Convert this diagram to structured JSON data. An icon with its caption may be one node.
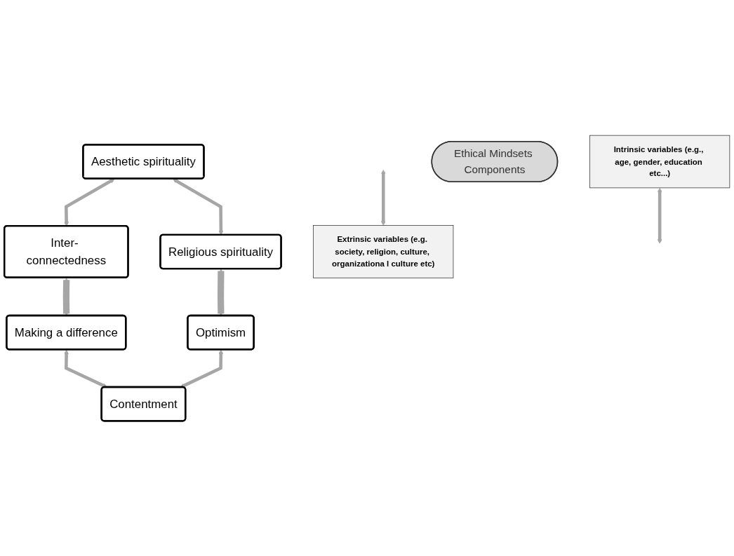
{
  "diagram": {
    "nodes": [
      {
        "text": [
          "Aesthetic spirituality"
        ]
      },
      {
        "text": [
          "Inter- connectedness"
        ]
      },
      {
        "text": [
          "Religious spirituality"
        ]
      },
      {
        "text": [
          "Intrinsic variables (e.g., age, gender, education etc...)"
        ]
      },
      {
        "text": [
          "Ethical Mindsets Components"
        ]
      },
      {
        "text": [
          "Extrinsic variables (e.g. society, religion, culture, organizationa l culture etc)"
        ]
      },
      {
        "text": [
          "Making a difference"
        ]
      },
      {
        "text": [
          "Optimism"
        ]
      },
      {
        "text": [
          "Contentment"
        ]
      }
    ],
    "edges": [
      {
        "from": 0,
        "to": 1,
        "arrow": "both"
      },
      {
        "from": 0,
        "to": 2,
        "arrow": "both"
      },
      {
        "from": 1,
        "to": 6,
        "arrow": "both",
        "style": "thick"
      },
      {
        "from": 3,
        "to": null,
        "arrow": "both"
      },
      {
        "from": 2,
        "to": 7,
        "arrow": "both",
        "style": "thick"
      },
      {
        "from": null,
        "to": 5,
        "arrow": "both"
      },
      {
        "from": 6,
        "to": 8,
        "arrow": "both"
      },
      {
        "from": 7,
        "to": 8,
        "arrow": "both"
      }
    ]
  }
}
